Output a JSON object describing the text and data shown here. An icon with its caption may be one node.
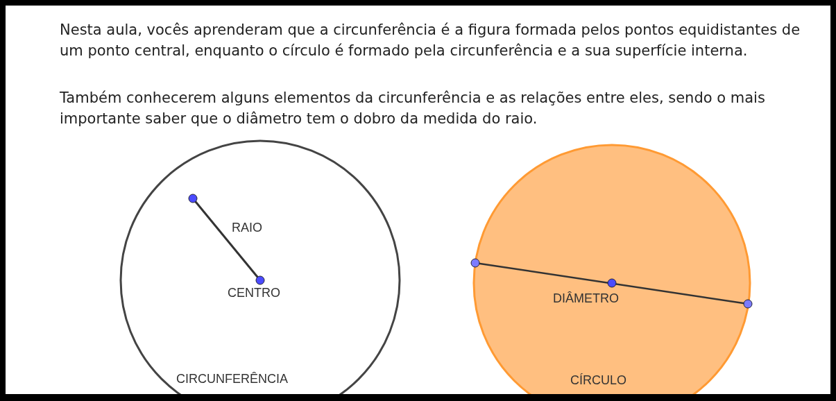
{
  "diagram": {
    "labels": [
      "Nesta aula, vocês aprenderam que a circunferência é a figura formada pelos pontos equidistantes de um ponto central, enquanto o círculo é formado pela circunferência e a sua superfície interna.",
      "Também conhecerem alguns elementos da circunferência e as relações entre eles, sendo o mais importante saber que o diâmetro tem o dobro da medida do raio.",
      "RAIO",
      "CENTRO",
      "CIRCUNFERÊNCIA",
      "DIÂMETRO",
      "CÍRCULO"
    ]
  }
}
